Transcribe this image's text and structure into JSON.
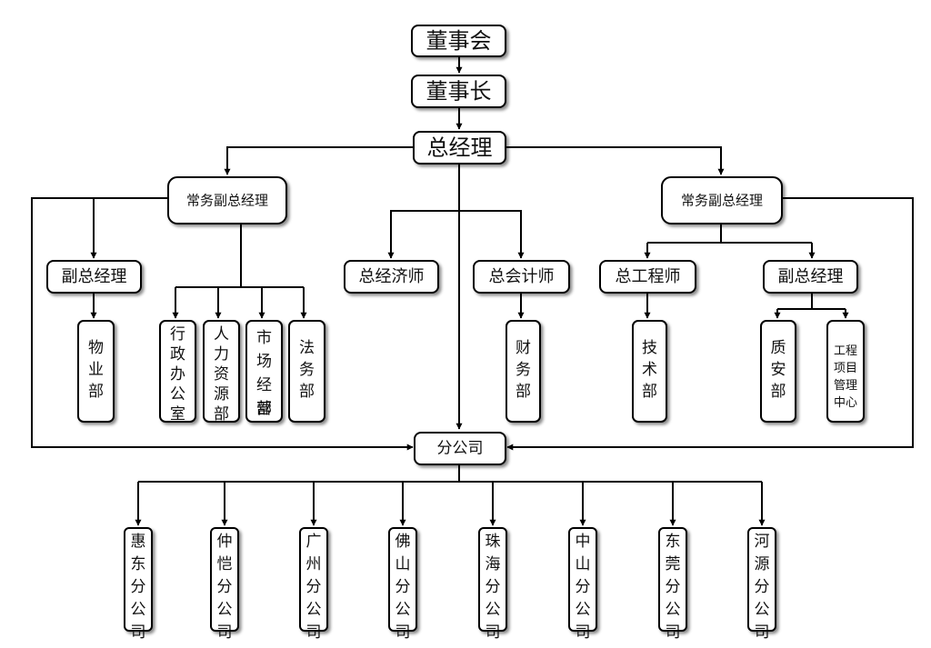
{
  "org_chart": {
    "board": "董事会",
    "chairman": "董事长",
    "general_manager": "总经理",
    "executive_vp_left": "常务副总经理",
    "executive_vp_right": "常务副总经理",
    "vp_left": "副总经理",
    "chief_economist": "总经济师",
    "chief_accountant": "总会计师",
    "chief_engineer": "总工程师",
    "vp_right": "副总经理",
    "branch_company": "分公司",
    "departments": {
      "property": "物业部",
      "admin_office": "行政办公室",
      "hr": "人力资源部",
      "marketing": "市场经营部",
      "legal": "法务部",
      "finance": "财务部",
      "technology": "技术部",
      "quality_safety": "质安部",
      "project_management": "工程项目管理中心"
    },
    "branches": [
      "惠东分公司",
      "仲恺分公司",
      "广州分公司",
      "佛山分公司",
      "珠海分公司",
      "中山分公司",
      "东莞分公司",
      "河源分公司"
    ]
  }
}
